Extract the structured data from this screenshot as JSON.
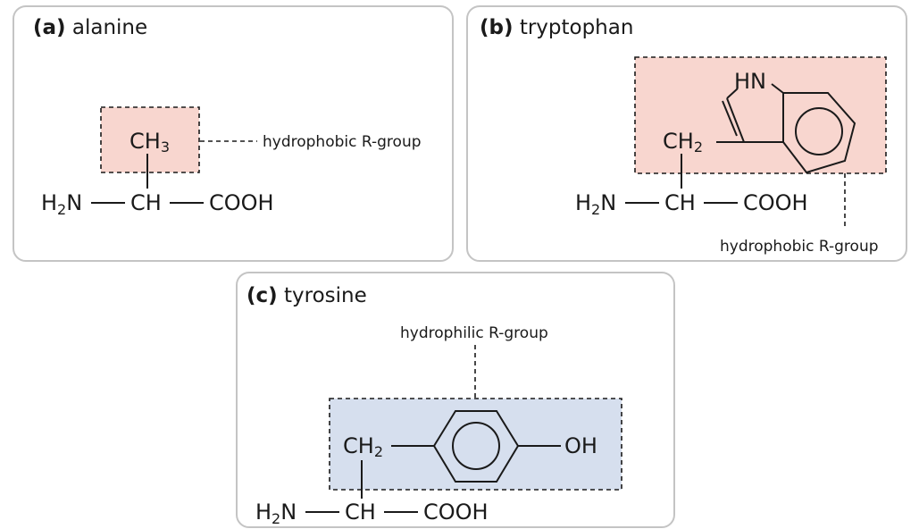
{
  "colors": {
    "hydrophobic_fill": "#f8d6cf",
    "hydrophilic_fill": "#d6dfee",
    "border": "#c4c4c4",
    "ink": "#1a1a1a"
  },
  "panels": {
    "a": {
      "tag": "(a)",
      "name": "alanine",
      "r_group": "CH",
      "r_group_sub": "3",
      "label": "hydrophobic R-group"
    },
    "b": {
      "tag": "(b)",
      "name": "tryptophan",
      "nh": "HN",
      "r_group": "CH",
      "r_group_sub": "2",
      "label": "hydrophobic R-group"
    },
    "c": {
      "tag": "(c)",
      "name": "tyrosine",
      "r_group": "CH",
      "r_group_sub": "2",
      "oh": "OH",
      "label": "hydrophilic R-group"
    }
  },
  "backbone": {
    "amine": "H",
    "amine_sub": "2",
    "amine_n": "N",
    "alpha": "CH",
    "carboxyl": "COOH"
  }
}
